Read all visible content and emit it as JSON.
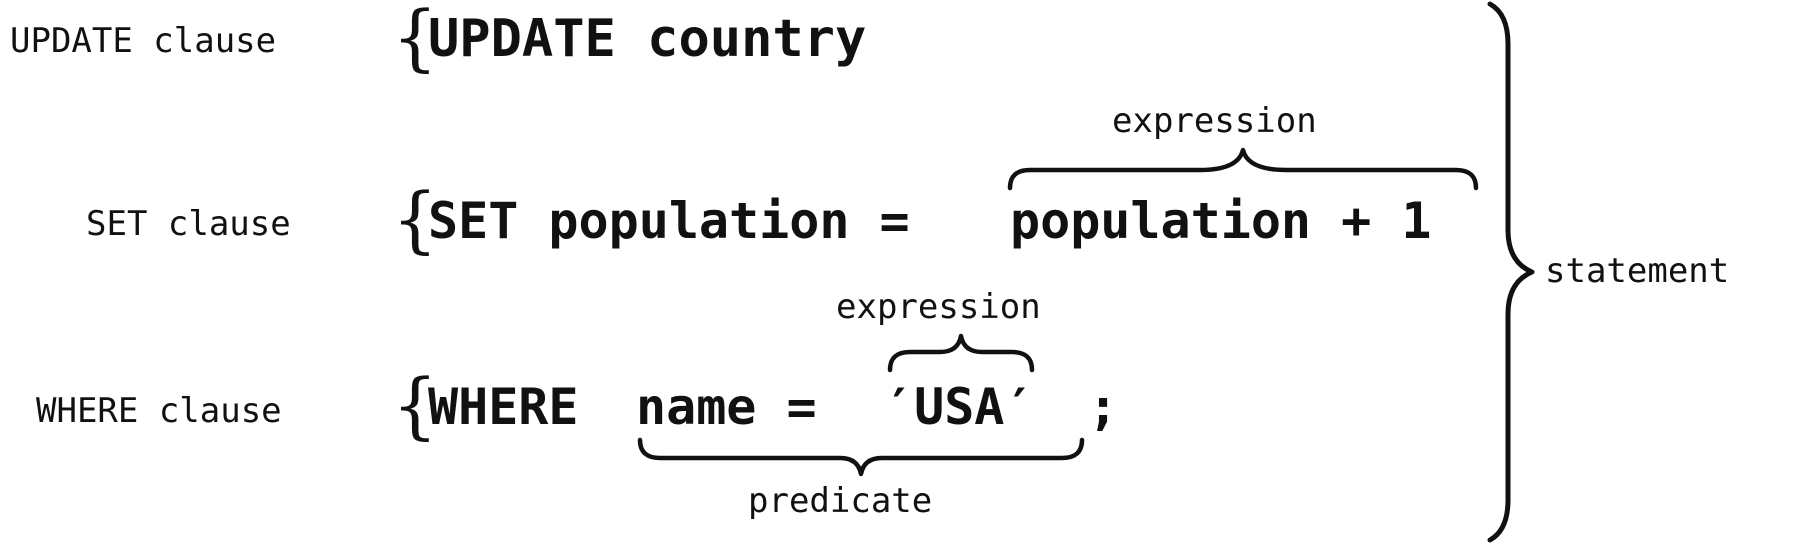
{
  "clauses": {
    "update": {
      "label": "UPDATE clause",
      "code": "UPDATE country"
    },
    "set": {
      "label": "SET clause",
      "code_prefix": "SET population =",
      "expression_text": "population + 1",
      "expression_label": "expression"
    },
    "where": {
      "label": "WHERE clause",
      "keyword": "WHERE",
      "predicate_lhs": "name =",
      "literal": "′USA′",
      "literal_label": "expression",
      "terminator": ";",
      "predicate_label": "predicate"
    }
  },
  "statement_label": "statement",
  "glyphs": {
    "open_brace": "{"
  }
}
